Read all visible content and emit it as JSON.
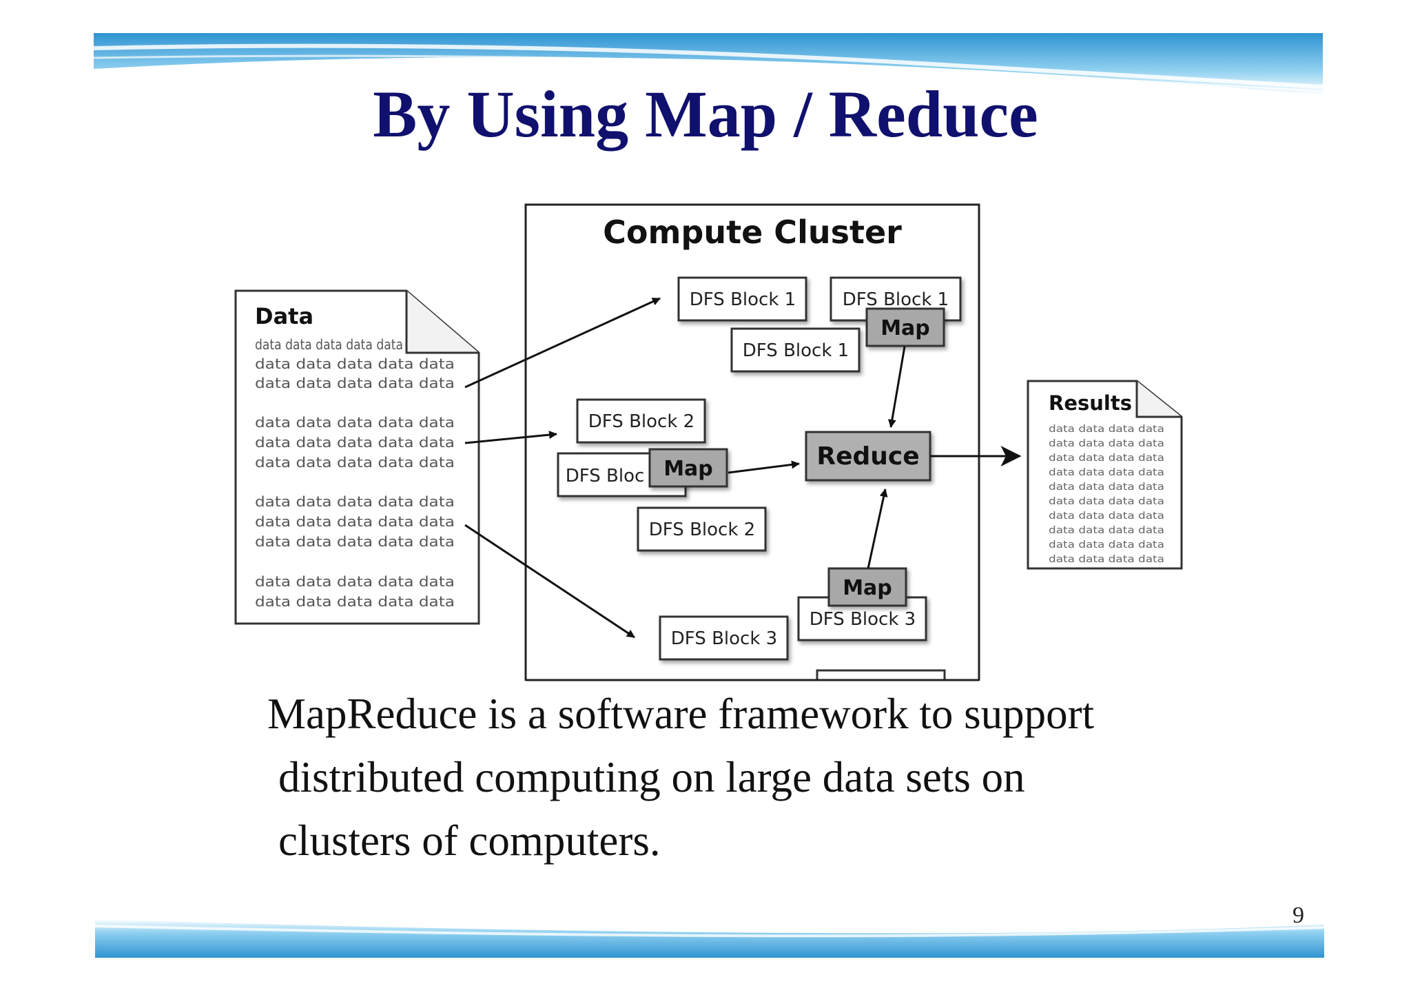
{
  "slide": {
    "title": "By Using Map / Reduce",
    "page_number": "9",
    "body_lines": [
      "MapReduce is a software framework to support",
      "distributed computing on large data sets on",
      "clusters of computers."
    ]
  },
  "diagram": {
    "cluster_label": "Compute Cluster",
    "data_doc": {
      "heading": "Data",
      "line_text": "data data data data data"
    },
    "results_doc": {
      "heading": "Results",
      "line_text": "data data data data"
    },
    "blocks": {
      "b1a": "DFS Block 1",
      "b1b": "DFS Block 1",
      "b1c": "DFS Block 1",
      "b2a": "DFS Block 2",
      "b2b": "DFS Bloc",
      "b2c": "DFS Block 2",
      "b3a": "DFS Block 3",
      "b3b": "DFS Block 3"
    },
    "map_label": "Map",
    "reduce_label": "Reduce"
  },
  "colors": {
    "title": "#10106e",
    "band": "#3aa0d8",
    "map_fill": "#a8a8a8",
    "reduce_fill": "#b0b0b0"
  }
}
